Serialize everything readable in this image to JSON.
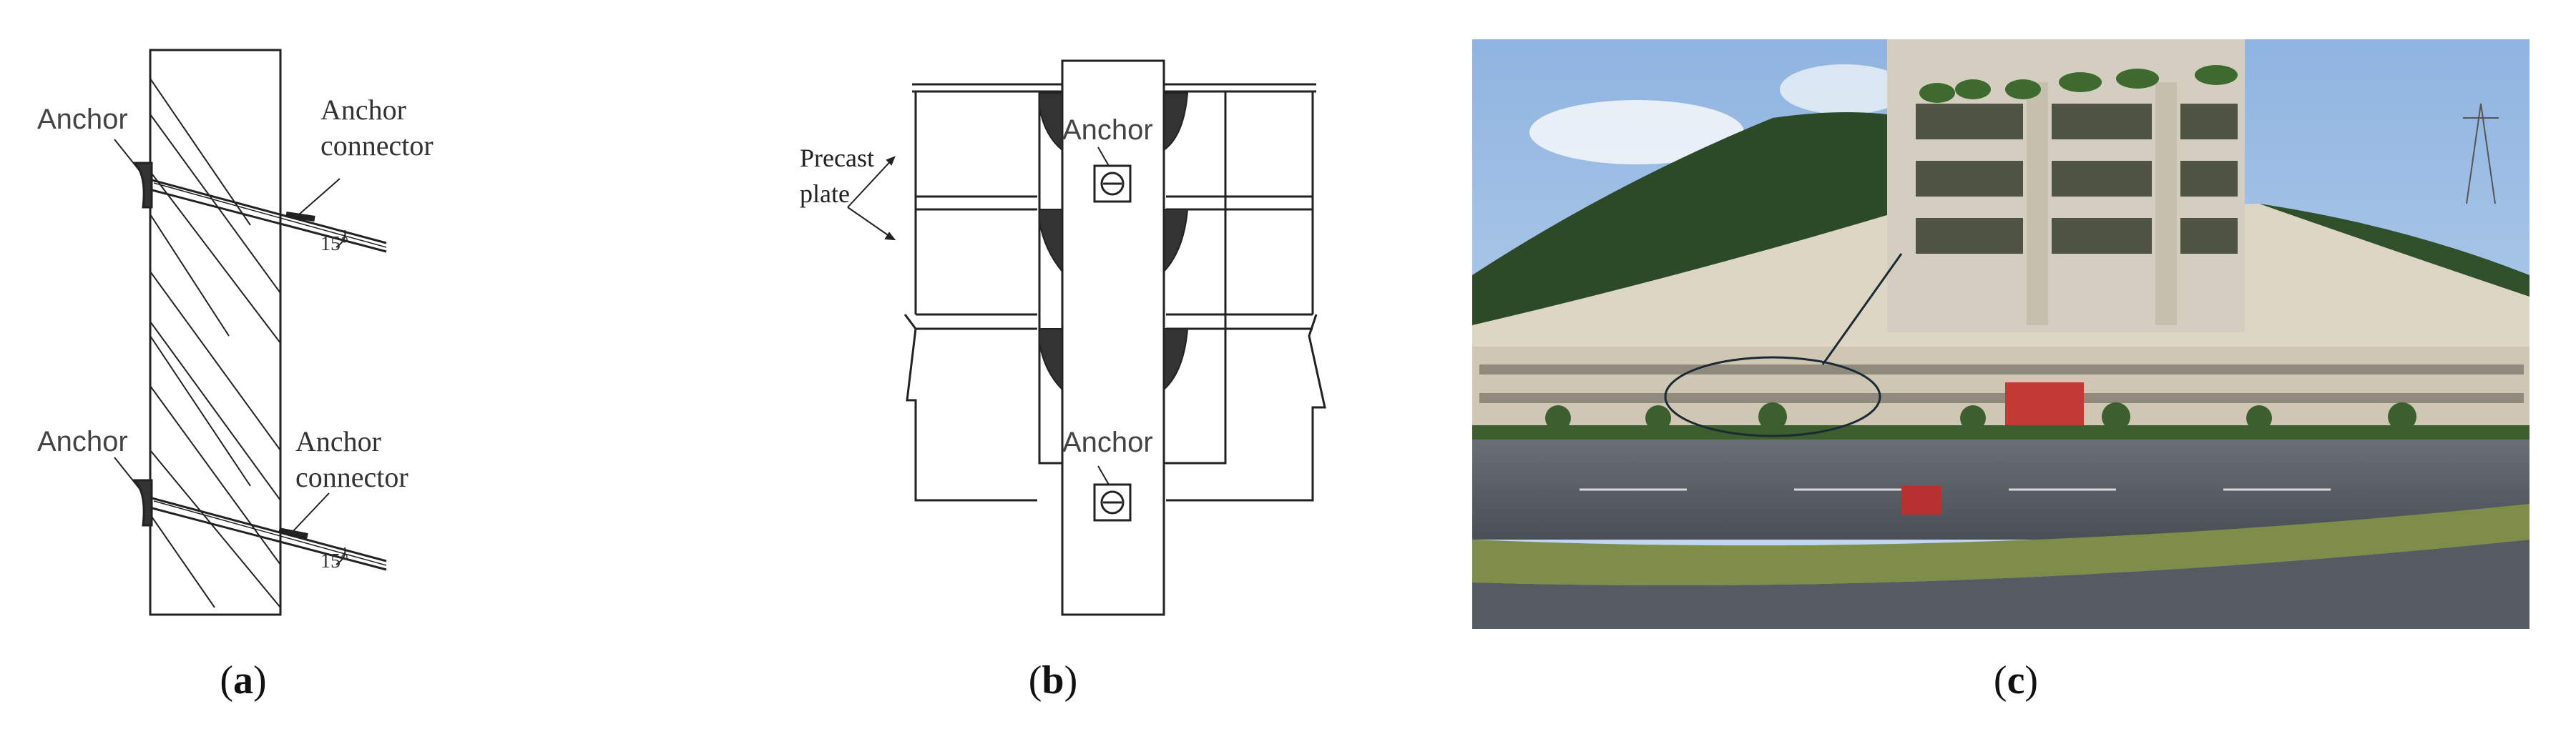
{
  "panels": {
    "a": {
      "caption_open": "(",
      "caption_letter": "a",
      "caption_close": ")",
      "labels": {
        "anchor_top": "Anchor",
        "connector_top_1": "Anchor",
        "connector_top_2": "connector",
        "angle_top": "15°",
        "anchor_bottom": "Anchor",
        "connector_bottom_1": "Anchor",
        "connector_bottom_2": "connector",
        "angle_bottom": "15°"
      }
    },
    "b": {
      "caption_open": "(",
      "caption_letter": "b",
      "caption_close": ")",
      "labels": {
        "precast_1": "Precast",
        "precast_2": "plate",
        "anchor_top": "Anchor",
        "anchor_bottom": "Anchor"
      }
    },
    "c": {
      "caption_open": "(",
      "caption_letter": "c",
      "caption_close": ")"
    }
  },
  "colors": {
    "line": "#222222",
    "hatch": "#333333",
    "sky": "#9fbfe6",
    "hill": "#2f4a2a",
    "wall": "#ddd6c6",
    "road": "#5b5f66"
  }
}
